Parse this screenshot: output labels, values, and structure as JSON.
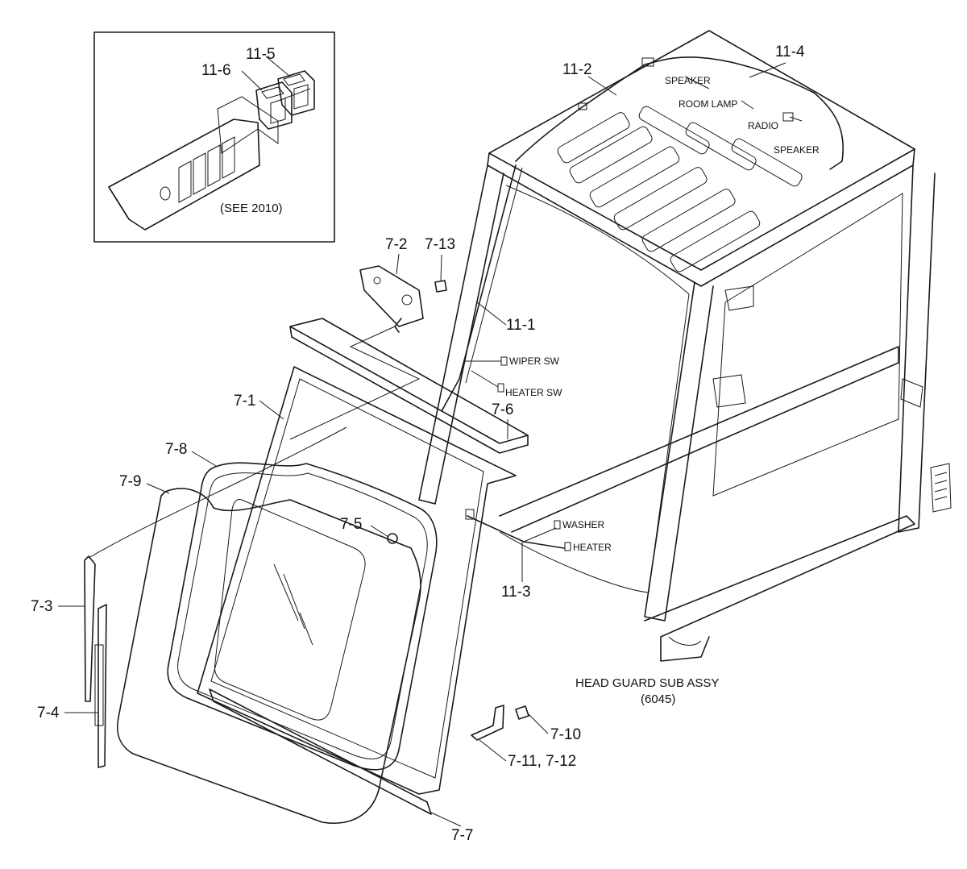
{
  "inset_note": "(SEE 2010)",
  "assembly": {
    "name": "HEAD GUARD SUB ASSY",
    "code": "(6045)"
  },
  "callouts": {
    "p11_5": "11-5",
    "p11_6": "11-6",
    "p11_2": "11-2",
    "p11_4": "11-4",
    "p11_1": "11-1",
    "p11_3": "11-3",
    "p7_2": "7-2",
    "p7_13": "7-13",
    "p7_1": "7-1",
    "p7_6": "7-6",
    "p7_8": "7-8",
    "p7_9": "7-9",
    "p7_5": "7-5",
    "p7_3": "7-3",
    "p7_4": "7-4",
    "p7_10": "7-10",
    "p7_11_12": "7-11, 7-12",
    "p7_7": "7-7"
  },
  "connectors": {
    "speaker_a": "SPEAKER",
    "room_lamp": "ROOM LAMP",
    "radio": "RADIO",
    "speaker_b": "SPEAKER",
    "wiper_sw": "WIPER SW",
    "heater_sw": "HEATER SW",
    "washer": "WASHER",
    "heater": "HEATER"
  }
}
